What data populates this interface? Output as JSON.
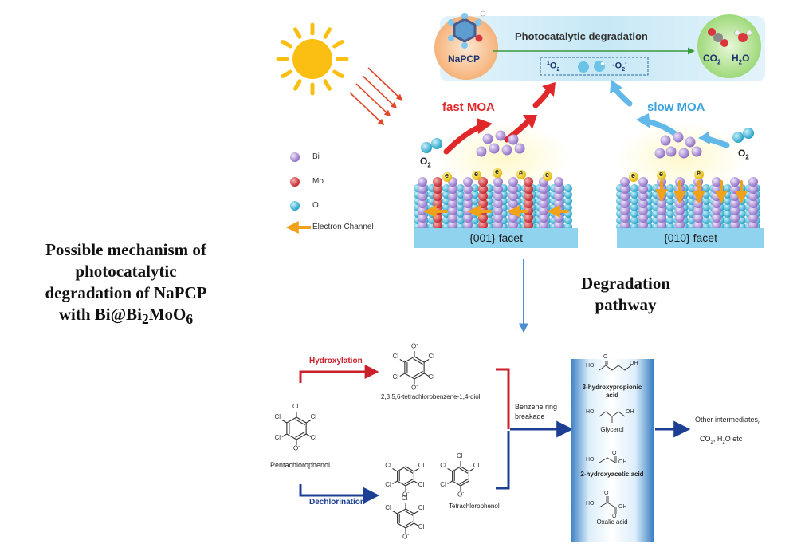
{
  "caption": {
    "line1": "Possible mechanism of",
    "line2": "photocatalytic",
    "line3": "degradation of NaPCP",
    "line4_prefix": "with Bi@Bi",
    "line4_sub1": "2",
    "line4_mid": "MoO",
    "line4_sub2": "6"
  },
  "degradation_pathway": {
    "line1": "Degradation",
    "line2": "pathway"
  },
  "top_banner": {
    "reactant": "NaPCP",
    "process": "Photocatalytic degradation",
    "species1_sup": "1",
    "species1": "O",
    "species1_sub": "2",
    "species2": "·O",
    "species2_sub": "2",
    "species2_sup": "-",
    "product1": "CO",
    "product1_sub": "2",
    "product2": "H",
    "product2_sub": "2",
    "product2_tail": "O"
  },
  "legend": {
    "items": [
      {
        "label": "Bi",
        "color": "#a78bd0"
      },
      {
        "label": "Mo",
        "color": "#d9363e"
      },
      {
        "label": "O",
        "color": "#2fb5d6"
      },
      {
        "label": "Electron Channel",
        "color": "#f0a318"
      }
    ]
  },
  "facets": {
    "left": {
      "moa": "fast MOA",
      "label": "{001} facet",
      "o2": "O",
      "o2_sub": "2",
      "electron": "e"
    },
    "right": {
      "moa": "slow MOA",
      "label": "{010} facet",
      "o2": "O",
      "o2_sub": "2",
      "electron": "e"
    }
  },
  "pathway": {
    "start": "Pentachlorophenol",
    "hydroxylation": "Hydroxylation",
    "dechlorination": "Dechlorination",
    "diol": "2,3,5,6-tetrachlorobenzene-1,4-diol",
    "tetra": "Tetrachlorophenol",
    "breakage1": "Benzene ring",
    "breakage2": "breakage",
    "intermediates": [
      "3-hydroxypropionic",
      "acid",
      "Glycerol",
      "2-hydroxyacetic acid",
      "Oxalic acid"
    ],
    "final1": "Other intermediates",
    "final1_sub": "n",
    "final2": "CO",
    "final2_sub": "2",
    "final2_mid": ", H",
    "final2_sub2": "2",
    "final2_tail": "O etc"
  },
  "atom_labels": {
    "cl": "Cl",
    "o_minus": "O",
    "o_minus_sup": "-",
    "ho": "HO",
    "oh": "OH",
    "o": "O"
  },
  "colors": {
    "red_arrow": "#e0282b",
    "blue_arrow": "#62b8e8",
    "navy": "#1c3f94",
    "facet_bar": "#8fd3ee",
    "sun": "#fbbf14"
  }
}
